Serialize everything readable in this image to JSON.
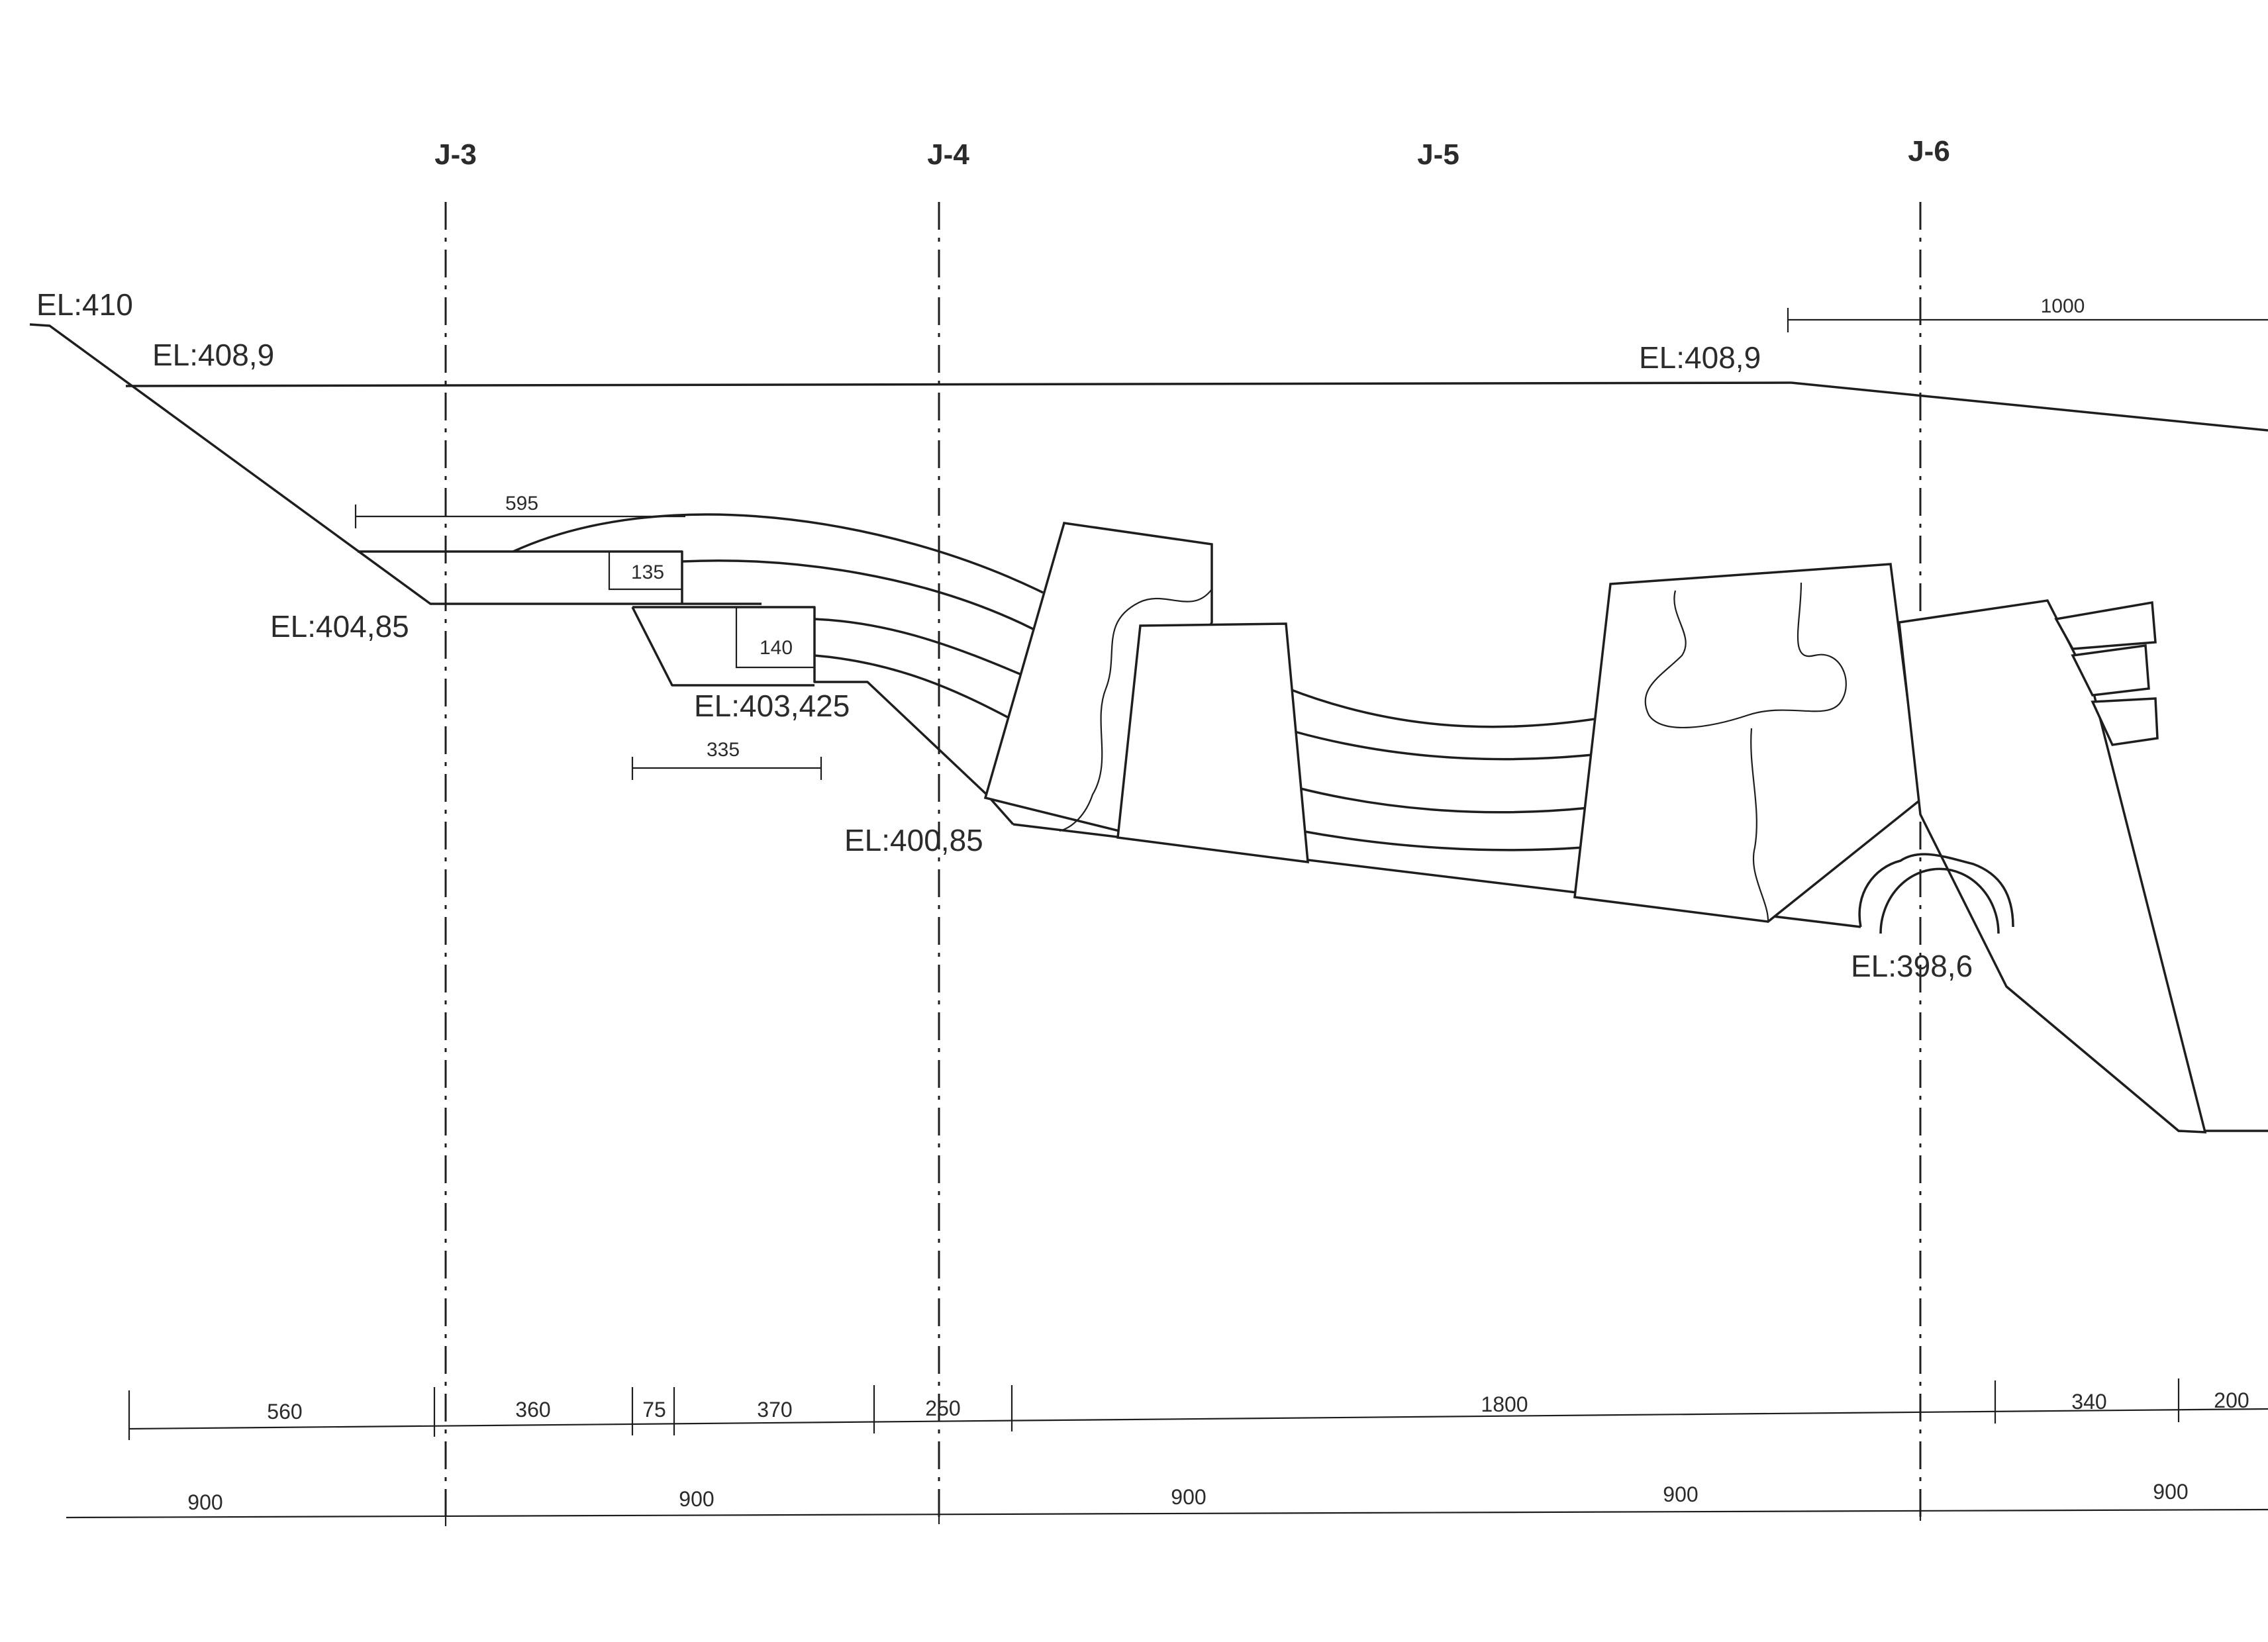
{
  "grid_axes": [
    "J-3",
    "J-4",
    "J-5",
    "J-6"
  ],
  "elevations": {
    "top": "EL:410",
    "crest_left": "EL:408,9",
    "crest_right": "EL:408,9",
    "step_1": "EL:404,85",
    "step_2": "EL:403,425",
    "step_3": "EL:400,85",
    "bottom": "EL:398,6"
  },
  "dimensions_top": {
    "d1000": "1000",
    "d595": "595",
    "d135": "135",
    "d140": "140",
    "d335": "335"
  },
  "dimensions_row1": [
    "560",
    "360",
    "75",
    "370",
    "250",
    "1800",
    "340",
    "200"
  ],
  "dimensions_row2": [
    "900",
    "900",
    "900",
    "900",
    "900"
  ]
}
